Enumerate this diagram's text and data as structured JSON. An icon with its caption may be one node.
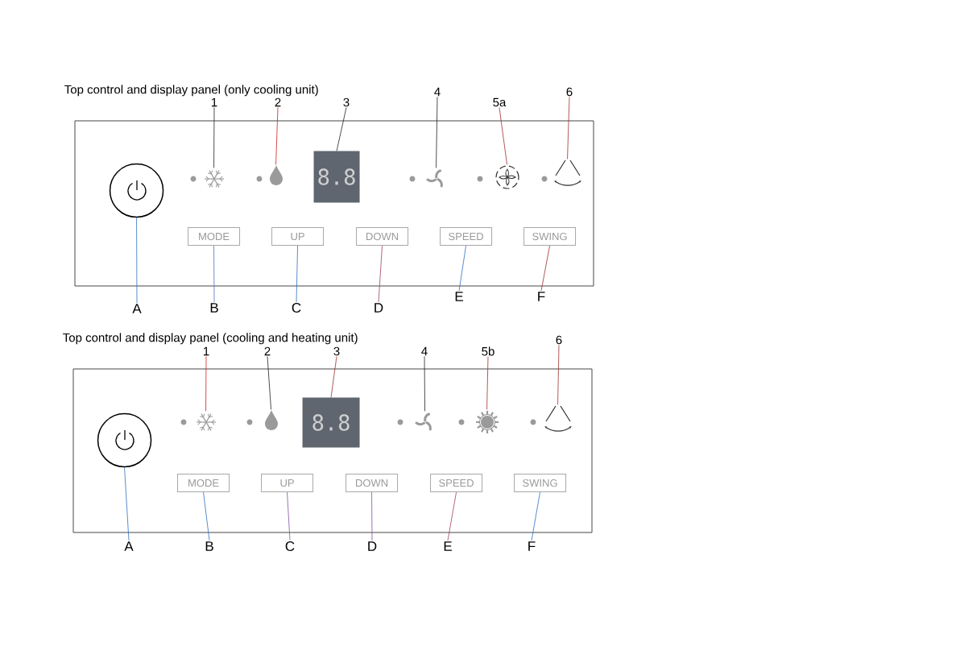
{
  "diagram": {
    "nodes": [
      {
        "text": [
          "Top control and display panel (only cooling unit)"
        ]
      },
      {
        "text": [],
        "shape": "circle",
        "in": 0
      },
      {
        "text": [],
        "shape": "snowflake",
        "in": 0
      },
      {
        "text": [],
        "shape": "drop",
        "in": 0
      },
      {
        "text": [
          "8.8"
        ],
        "in": 0
      },
      {
        "text": [],
        "shape": "propeller",
        "in": 0
      },
      {
        "text": [],
        "shape": "fan",
        "in": 0
      },
      {
        "text": [],
        "shape": "arrow",
        "in": 0
      },
      {
        "text": [
          "MODE"
        ],
        "in": 0
      },
      {
        "text": [
          "UP"
        ],
        "in": 0
      },
      {
        "text": [
          "DOWN"
        ],
        "in": 0
      },
      {
        "text": [
          "SPEED"
        ],
        "in": 0
      },
      {
        "text": [
          "SWING"
        ],
        "in": 0
      },
      {
        "text": [
          "1"
        ]
      },
      {
        "text": [
          "2"
        ]
      },
      {
        "text": [
          "3"
        ]
      },
      {
        "text": [
          "4"
        ]
      },
      {
        "text": [
          "5a"
        ]
      },
      {
        "text": [
          "6"
        ]
      },
      {
        "text": [
          "A"
        ]
      },
      {
        "text": [
          "B"
        ]
      },
      {
        "text": [
          "C"
        ]
      },
      {
        "text": [
          "D"
        ]
      },
      {
        "text": [
          "E"
        ]
      },
      {
        "text": [
          "F"
        ]
      },
      {
        "text": [
          "Top control and display panel (cooling and heating unit)"
        ]
      },
      {
        "text": [],
        "shape": "circle",
        "in": 25
      },
      {
        "text": [],
        "shape": "snowflake",
        "in": 25
      },
      {
        "text": [],
        "shape": "drop",
        "in": 25
      },
      {
        "text": [
          "8.8"
        ],
        "in": 25
      },
      {
        "text": [],
        "shape": "propeller",
        "in": 25
      },
      {
        "text": [],
        "shape": "sun",
        "in": 25
      },
      {
        "text": [],
        "shape": "arrow",
        "in": 25
      },
      {
        "text": [
          "MODE"
        ],
        "in": 25
      },
      {
        "text": [
          "UP"
        ],
        "in": 25
      },
      {
        "text": [
          "DOWN"
        ],
        "in": 25
      },
      {
        "text": [
          "SPEED"
        ],
        "in": 25
      },
      {
        "text": [
          "SWING"
        ],
        "in": 25
      },
      {
        "text": [
          "1"
        ]
      },
      {
        "text": [
          "2"
        ]
      },
      {
        "text": [
          "3"
        ]
      },
      {
        "text": [
          "4"
        ]
      },
      {
        "text": [
          "5b"
        ]
      },
      {
        "text": [
          "6"
        ]
      },
      {
        "text": [
          "A"
        ]
      },
      {
        "text": [
          "B"
        ]
      },
      {
        "text": [
          "C"
        ]
      },
      {
        "text": [
          "D"
        ]
      },
      {
        "text": [
          "E"
        ]
      },
      {
        "text": [
          "F"
        ]
      }
    ],
    "edges": [
      {
        "from": 13,
        "to": 2,
        "arrow": "none",
        "color": "#222222"
      },
      {
        "from": 14,
        "to": 3,
        "arrow": "none",
        "color": "#d02020"
      },
      {
        "from": 15,
        "to": 4,
        "arrow": "none",
        "color": "#222222"
      },
      {
        "from": 16,
        "to": 5,
        "arrow": "none",
        "color": "#222222"
      },
      {
        "from": 17,
        "to": 6,
        "arrow": "none",
        "color": "#a03030"
      },
      {
        "from": 18,
        "to": 7,
        "arrow": "none",
        "color": "#a03030"
      },
      {
        "from": 19,
        "to": 1,
        "arrow": "none",
        "color": "#3070c0"
      },
      {
        "from": 20,
        "to": 8,
        "arrow": "none",
        "color": "#5070c0"
      },
      {
        "from": 21,
        "to": 9,
        "arrow": "none",
        "color": "#3070c0"
      },
      {
        "from": 22,
        "to": 10,
        "arrow": "none",
        "color": "#a04060"
      },
      {
        "from": 23,
        "to": 11,
        "arrow": "none",
        "color": "#3070c0"
      },
      {
        "from": 24,
        "to": 12,
        "arrow": "none",
        "color": "#a03030"
      },
      {
        "from": 38,
        "to": 27,
        "arrow": "none",
        "color": "#d02020"
      },
      {
        "from": 39,
        "to": 28,
        "arrow": "none",
        "color": "#222222"
      },
      {
        "from": 40,
        "to": 29,
        "arrow": "none",
        "color": "#a03030"
      },
      {
        "from": 41,
        "to": 30,
        "arrow": "none",
        "color": "#222222"
      },
      {
        "from": 42,
        "to": 31,
        "arrow": "none",
        "color": "#a03030"
      },
      {
        "from": 43,
        "to": 32,
        "arrow": "none",
        "color": "#a03030"
      },
      {
        "from": 44,
        "to": 26,
        "arrow": "none",
        "color": "#3070c0"
      },
      {
        "from": 45,
        "to": 33,
        "arrow": "none",
        "color": "#3070c0"
      },
      {
        "from": 46,
        "to": 34,
        "arrow": "none",
        "color": "#8050a0"
      },
      {
        "from": 47,
        "to": 35,
        "arrow": "none",
        "color": "#8050a0"
      },
      {
        "from": 48,
        "to": 36,
        "arrow": "none",
        "color": "#a04060"
      },
      {
        "from": 49,
        "to": 37,
        "arrow": "none",
        "color": "#3070c0"
      }
    ]
  }
}
